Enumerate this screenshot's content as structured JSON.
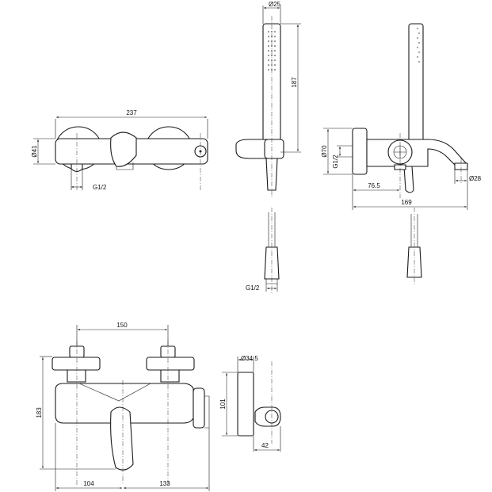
{
  "dimensions": {
    "top_width": "237",
    "top_diameter": "Ø41",
    "top_thread": "G1/2",
    "shower_diameter": "Ø25",
    "shower_length": "187",
    "shower_thread": "G1/2",
    "side_diameter": "Ø70",
    "side_thread": "G1/2",
    "side_offset": "76.5",
    "side_length": "169",
    "spout_diameter": "Ø28",
    "front_spacing": "150",
    "front_height": "183",
    "front_left": "104",
    "front_right": "133",
    "holder_diameter": "Ø34.5",
    "holder_height": "101",
    "holder_depth": "42"
  }
}
